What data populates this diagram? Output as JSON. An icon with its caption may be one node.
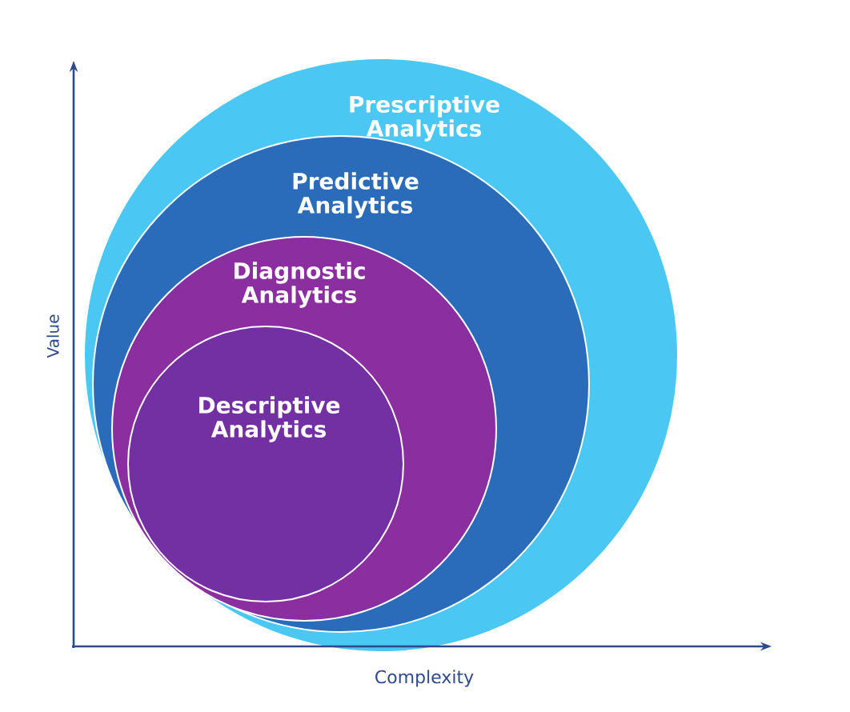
{
  "diagram": {
    "nodes": [
      {
        "text": [
          "Prescriptive Analytics"
        ]
      },
      {
        "text": [
          "Predictive Analytics"
        ],
        "in": 0
      },
      {
        "text": [
          "Diagnostic Analytics"
        ],
        "in": 1
      },
      {
        "text": [
          "Descriptive Analytics"
        ],
        "in": 2
      }
    ],
    "labels": [
      "Value",
      "Complexity"
    ]
  }
}
